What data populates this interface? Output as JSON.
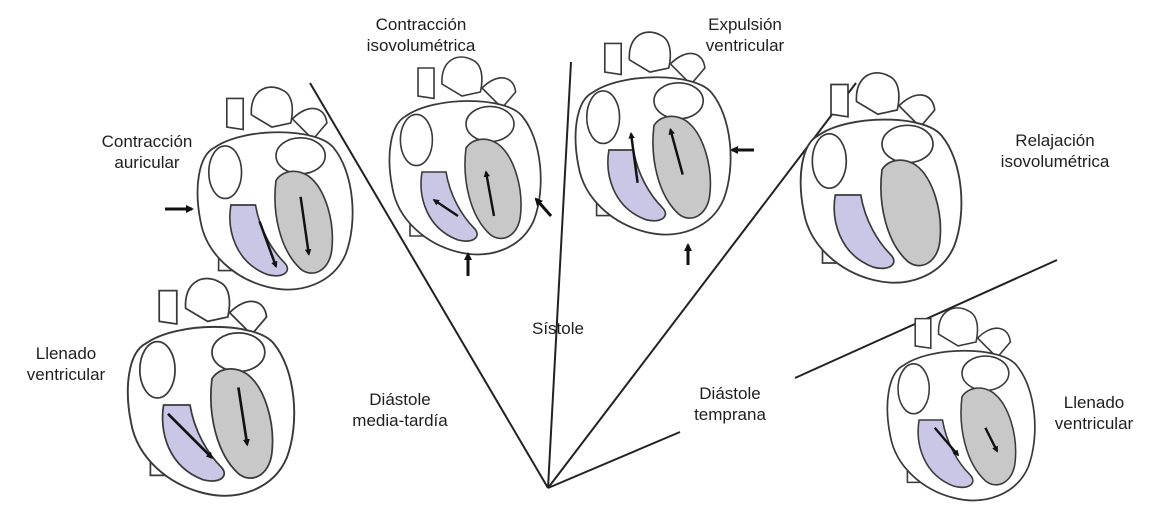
{
  "colors": {
    "purple": "#c9c6e6",
    "gray": "#c8c8c8",
    "outline": "#3a3a3a",
    "line": "#222222"
  },
  "labels": {
    "atrial_contraction": [
      "Contracción",
      "auricular"
    ],
    "isovolumetric_contraction": [
      "Contracción",
      "isovolumétrica"
    ],
    "ventricular_ejection": [
      "Expulsión",
      "ventricular"
    ],
    "isovolumetric_relaxation": [
      "Relajación",
      "isovolumétrica"
    ],
    "ventricular_filling_left": [
      "Llenado",
      "ventricular"
    ],
    "mid_late_diastole": [
      "Diástole",
      "media-tardía"
    ],
    "systole": "Sístole",
    "early_diastole": [
      "Diástole",
      "temprana"
    ],
    "ventricular_filling_right": [
      "Llenado",
      "ventricular"
    ]
  },
  "hearts": [
    {
      "id": "atrial-contraction",
      "arrows": "ventricles-down"
    },
    {
      "id": "isovolumetric-contraction",
      "arrows": "up"
    },
    {
      "id": "ventricular-ejection",
      "arrows": "up"
    },
    {
      "id": "isovolumetric-relaxation",
      "arrows": "none"
    },
    {
      "id": "ventricular-filling-left",
      "arrows": "ventricles-down"
    },
    {
      "id": "ventricular-filling-right",
      "arrows": "ventricles-down"
    }
  ]
}
